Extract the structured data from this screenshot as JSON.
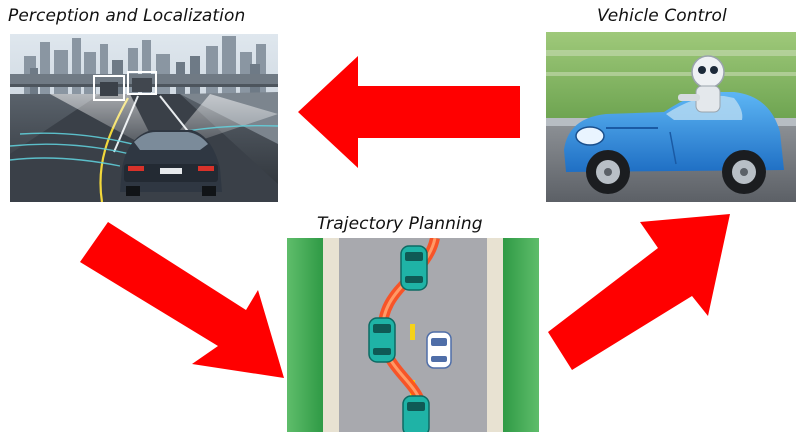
{
  "captions": {
    "perception": "Perception and Localization",
    "vehicle_control": "Vehicle Control",
    "trajectory_planning": "Trajectory Planning"
  },
  "panels": {
    "perception": {
      "icon": "city-highway-sensor-scene"
    },
    "vehicle_control": {
      "icon": "robot-driving-blue-car"
    },
    "trajectory_planning": {
      "icon": "top-down-lane-change-road"
    }
  },
  "colors": {
    "arrow": "#ff0000",
    "road_gray": "#a7a7ad",
    "grass_green": "#2fa04a",
    "planned_path": "#ff4a1a",
    "car_teal": "#1fb3a6",
    "vehicle_blue": "#2b8fe3"
  }
}
